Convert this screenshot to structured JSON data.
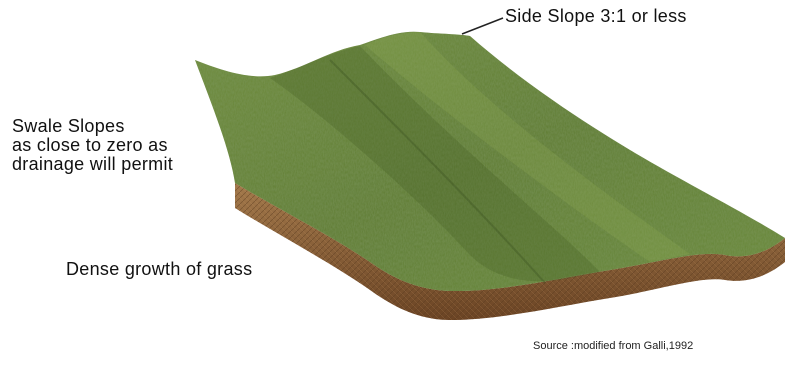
{
  "labels": {
    "side_slope": "Side Slope 3:1 or less",
    "swale_slopes_lines": [
      "Swale Slopes",
      "as close to zero as",
      "drainage will permit"
    ],
    "dense_grass": "Dense growth of grass",
    "source": "Source :modified from Galli,1992"
  },
  "colors": {
    "grass_light": "#7c9a45",
    "grass_mid": "#5e7a32",
    "grass_dark": "#3f5822",
    "soil_top": "#a07548",
    "soil_bottom": "#6b4424",
    "leader_line": "#222222"
  }
}
